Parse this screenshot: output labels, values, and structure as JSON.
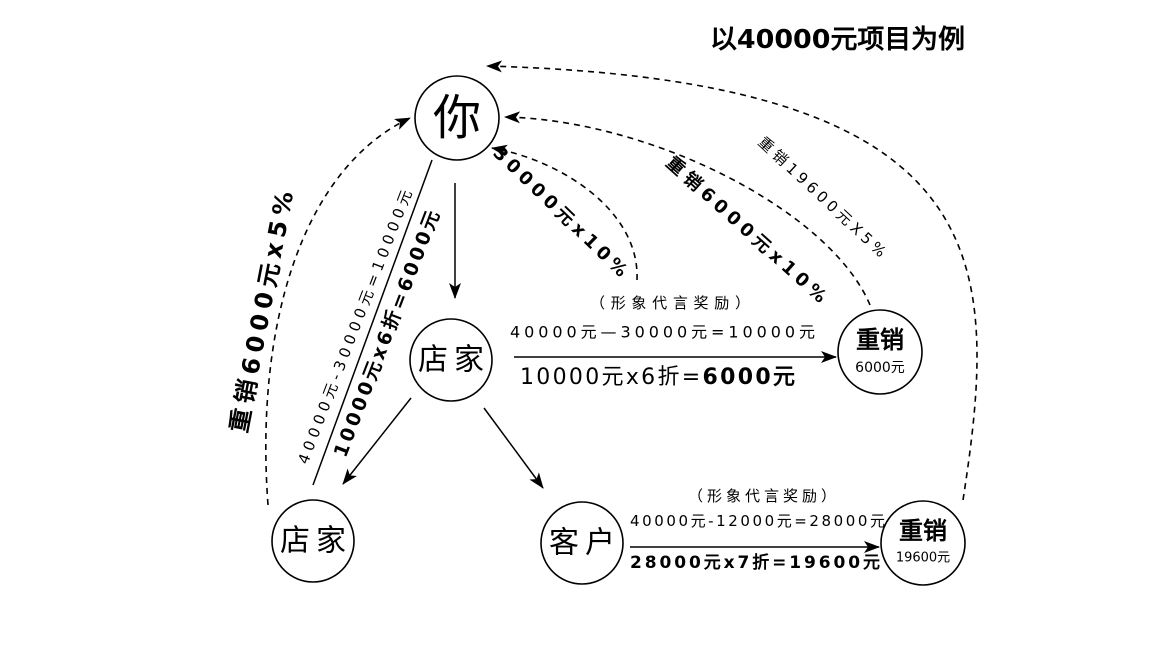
{
  "title": "以40000元项目为例",
  "nodes": {
    "you": "你",
    "store_center": "店家",
    "store_left": "店家",
    "customer": "客户",
    "resale_1": {
      "title": "重销",
      "amount": "6000元"
    },
    "resale_2": {
      "title": "重销",
      "amount": "19600元"
    }
  },
  "labels": {
    "left_arc": "重销6000元x5%",
    "left_line_calc": "40000元-30000元=10000元",
    "left_line_result": "10000元x6折=6000元",
    "arc_store_bonus": "30000元x10%",
    "arc_resale_1": "重销6000元x10%",
    "arc_resale_2": "重销19600元X5%",
    "mid_reward": "（形象代言奖励）",
    "mid_calc": "40000元—30000元=10000元",
    "mid_result_prefix": "10000元x6折=",
    "mid_result_bold": "6000元",
    "bottom_reward": "（形象代言奖励）",
    "bottom_calc": "40000元-12000元=28000元",
    "bottom_result": "28000元x7折=19600元"
  }
}
